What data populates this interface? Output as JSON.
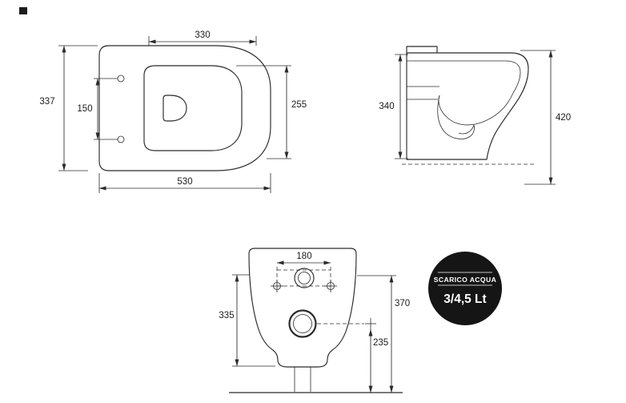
{
  "plan_view": {
    "dims": {
      "top_width": "330",
      "depth": "337",
      "hinge_spacing": "150",
      "opening_depth": "255",
      "overall_width": "530"
    }
  },
  "side_view": {
    "dims": {
      "body_height": "340",
      "overall_height": "420"
    }
  },
  "rear_view": {
    "dims": {
      "inlet_spacing": "180",
      "left_height": "335",
      "right_height": "370",
      "drain_height": "235"
    }
  },
  "badge": {
    "label": "SCARICO ACQUA",
    "value": "3/4,5 Lt",
    "bg_color": "#151515",
    "text_color": "#ffffff"
  }
}
